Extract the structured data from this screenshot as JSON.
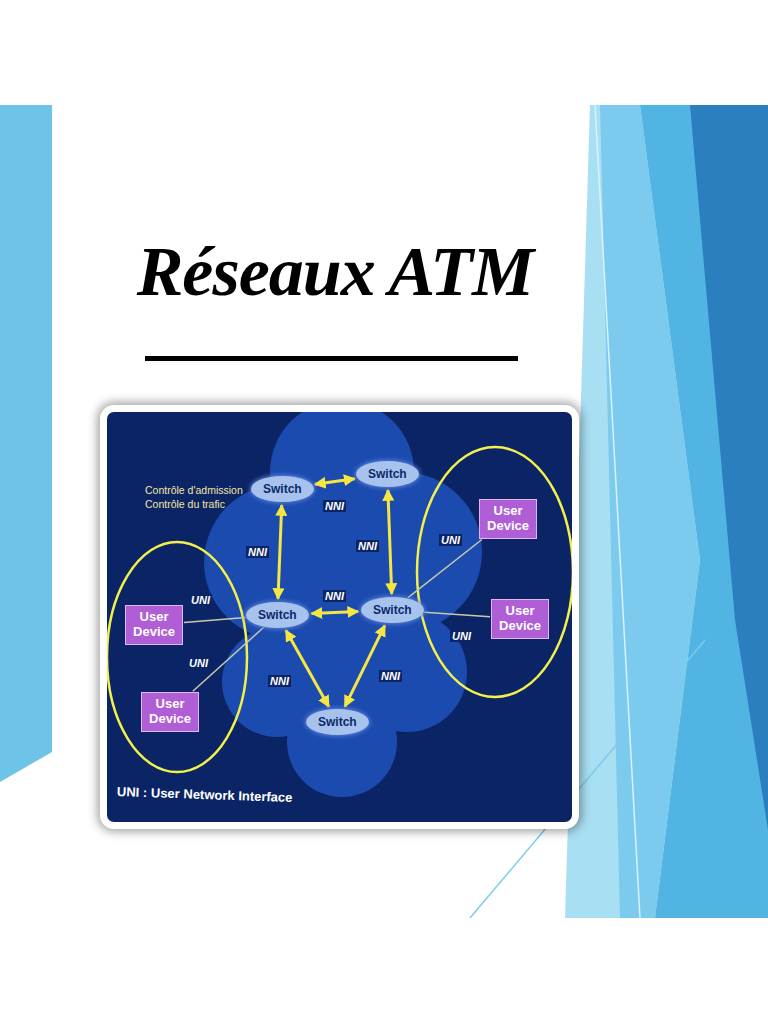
{
  "diagram": {
    "title": "Réseaux ATM",
    "nodes": [
      {
        "text": [
          "Switch"
        ]
      },
      {
        "text": [
          "Switch"
        ]
      },
      {
        "text": [
          "User Device"
        ]
      },
      {
        "text": [
          "User Device"
        ]
      },
      {
        "text": [
          "Switch"
        ]
      },
      {
        "text": [
          "Switch"
        ]
      },
      {
        "text": [
          "User Device"
        ]
      },
      {
        "text": [
          "User Device"
        ]
      },
      {
        "text": [
          "Switch"
        ]
      }
    ],
    "edges": [
      {
        "from": 0,
        "to": 1,
        "label": "NNI",
        "arrow": "both"
      },
      {
        "from": 0,
        "to": 4,
        "label": "NNI",
        "arrow": "both"
      },
      {
        "from": 1,
        "to": 5,
        "label": "NNI",
        "arrow": "both"
      },
      {
        "from": 4,
        "to": 5,
        "label": "NNI",
        "arrow": "both"
      },
      {
        "from": 4,
        "to": 8,
        "label": "NNI",
        "arrow": "both"
      },
      {
        "from": 5,
        "to": 8,
        "label": "NNI",
        "arrow": "both"
      },
      {
        "from": 3,
        "to": 4,
        "label": "UNI",
        "arrow": "none"
      },
      {
        "from": 7,
        "to": 4,
        "label": "UNI",
        "arrow": "none"
      },
      {
        "from": 5,
        "to": 2,
        "label": "UNI",
        "arrow": "none"
      },
      {
        "from": 5,
        "to": 6,
        "label": "UNI",
        "arrow": "none"
      }
    ],
    "labels": [
      "Contrôle d'admission",
      "Contrôle du trafic",
      "UNI : User Network Interface"
    ]
  }
}
